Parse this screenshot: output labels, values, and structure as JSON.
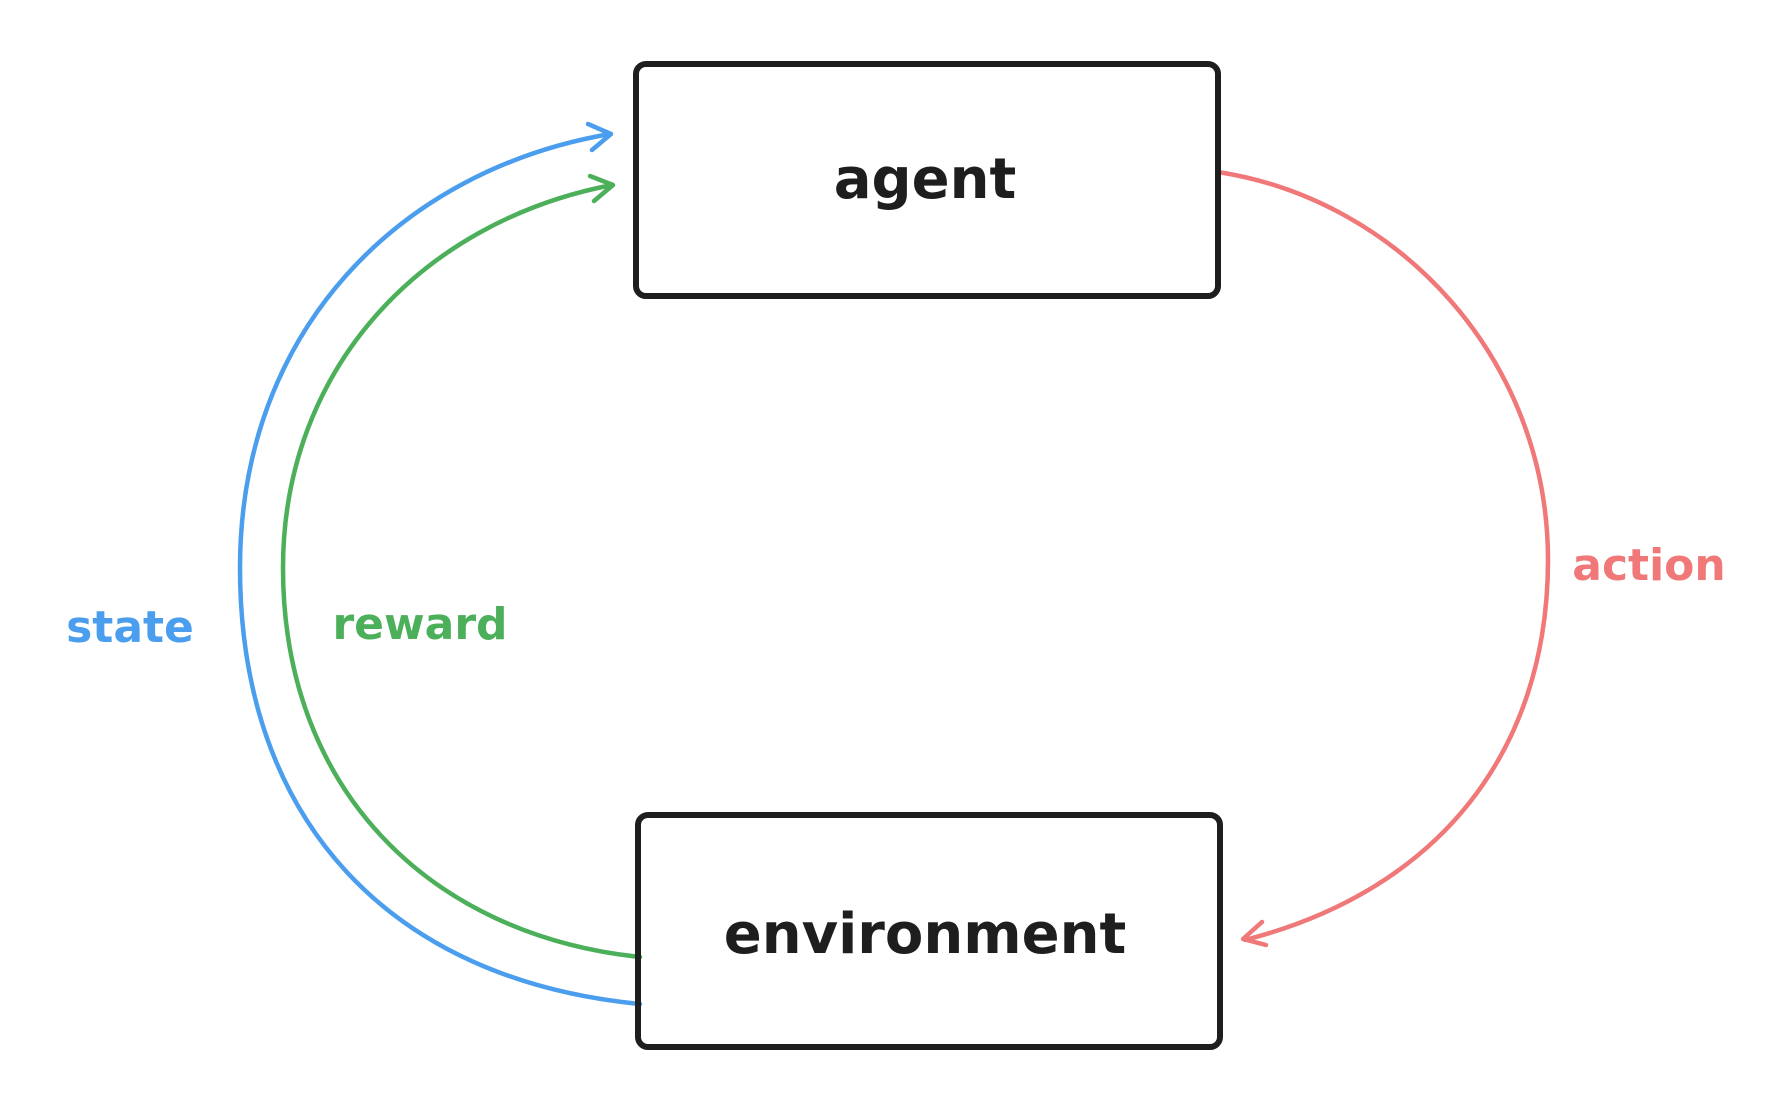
{
  "nodes": {
    "agent": {
      "label": "agent"
    },
    "environment": {
      "label": "environment"
    }
  },
  "edges": {
    "state": {
      "label": "state",
      "color": "#4a9eed"
    },
    "reward": {
      "label": "reward",
      "color": "#4caf5a"
    },
    "action": {
      "label": "action",
      "color": "#f07878"
    }
  },
  "colors": {
    "box_stroke": "#1e1e1e",
    "background": "#ffffff"
  }
}
